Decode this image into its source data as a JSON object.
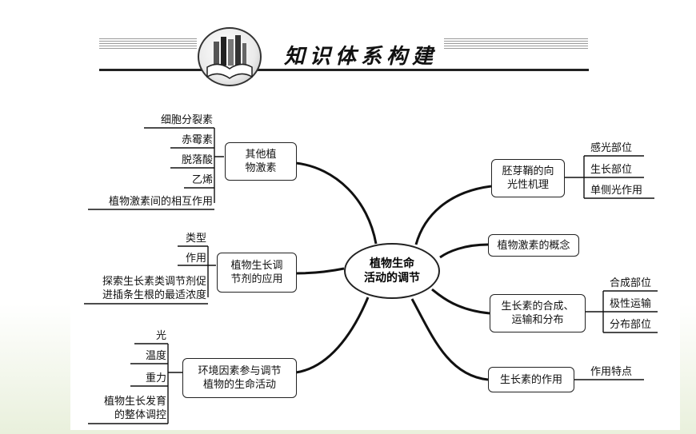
{
  "header": {
    "title": "知识体系构建"
  },
  "center": {
    "line1": "植物生命",
    "line2": "活动的调节"
  },
  "left": [
    {
      "box_line1": "其他植",
      "box_line2": "物激素",
      "leaves": [
        "细胞分裂素",
        "赤霉素",
        "脱落酸",
        "乙烯",
        "植物激素间的相互作用"
      ]
    },
    {
      "box_line1": "植物生长调",
      "box_line2": "节剂的应用",
      "leaves": [
        "类型",
        "作用",
        "探索生长素类调节剂促",
        "进插条生根的最适浓度"
      ]
    },
    {
      "box_line1": "环境因素参与调节",
      "box_line2": "植物的生命活动",
      "leaves": [
        "光",
        "温度",
        "重力",
        "植物生长发育",
        "的整体调控"
      ]
    }
  ],
  "right": [
    {
      "box_line1": "胚芽鞘的向",
      "box_line2": "光性机理",
      "leaves": [
        "感光部位",
        "生长部位",
        "单侧光作用"
      ]
    },
    {
      "box_line1": "植物激素的概念",
      "box_line2": "",
      "leaves": []
    },
    {
      "box_line1": "生长素的合成、",
      "box_line2": "运输和分布",
      "leaves": [
        "合成部位",
        "极性运输",
        "分布部位"
      ]
    },
    {
      "box_line1": "生长素的作用",
      "box_line2": "",
      "leaves": [
        "作用特点"
      ]
    }
  ]
}
